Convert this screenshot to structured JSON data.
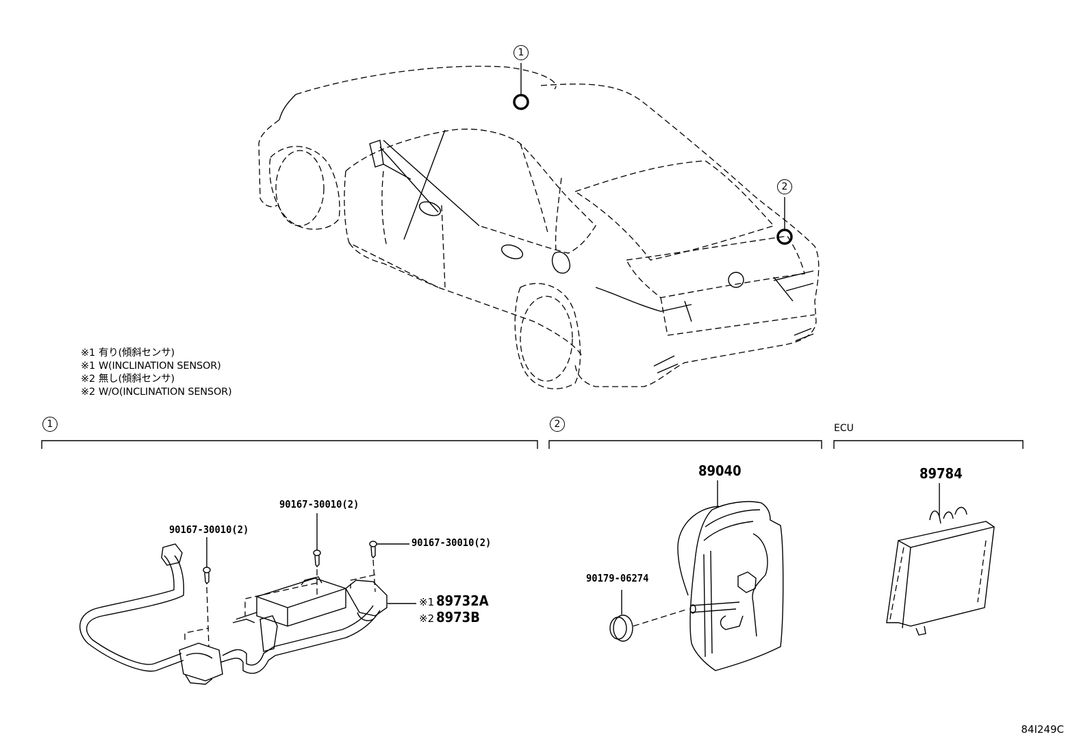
{
  "diagram": {
    "type": "parts-exploded-view",
    "illustration_code": "84I249C",
    "location_markers": [
      {
        "number": "1"
      },
      {
        "number": "2"
      }
    ],
    "notes": [
      {
        "mark": "※1",
        "text": "有り(傾斜センサ)"
      },
      {
        "mark": "※1",
        "text": "W(INCLINATION SENSOR)"
      },
      {
        "mark": "※2",
        "text": "無し(傾斜センサ)"
      },
      {
        "mark": "※2",
        "text": "W/O(INCLINATION SENSOR)"
      }
    ],
    "sections": [
      {
        "id": "1",
        "label": "1",
        "parts": [
          {
            "part_no": "90167-30010(2)",
            "role": "screw-left"
          },
          {
            "part_no": "90167-30010(2)",
            "role": "screw-middle"
          },
          {
            "part_no": "90167-30010(2)",
            "role": "screw-right"
          },
          {
            "mark": "※1",
            "part_no": "89732A",
            "role": "sensor-assembly"
          },
          {
            "mark": "※2",
            "part_no": "8973B",
            "role": "sensor-assembly-alt"
          }
        ]
      },
      {
        "id": "2",
        "label": "2",
        "parts": [
          {
            "part_no": "89040",
            "role": "actuator"
          },
          {
            "part_no": "90179-06274",
            "role": "nut"
          }
        ]
      },
      {
        "id": "ecu",
        "label": "ECU",
        "parts": [
          {
            "part_no": "89784",
            "role": "ecu-module"
          }
        ]
      }
    ],
    "colors": {
      "line": "#000000",
      "background": "#ffffff"
    }
  }
}
